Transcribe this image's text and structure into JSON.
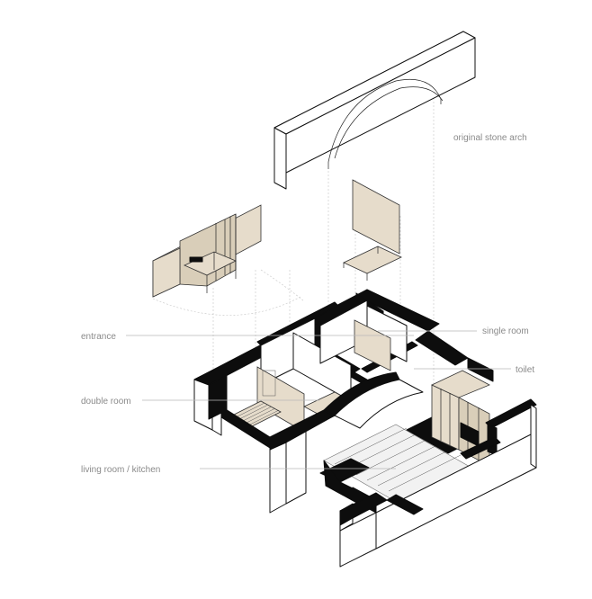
{
  "labels": {
    "original_stone_arch": "original stone arch",
    "entrance": "entrance",
    "single_room": "single room",
    "toilet": "toilet",
    "double_room": "double room",
    "living_room_kitchen": "living room / kitchen"
  },
  "colors": {
    "wall_fill": "#0d0d0d",
    "plywood": "#e6dccb",
    "label_text": "#8a8a8a"
  }
}
